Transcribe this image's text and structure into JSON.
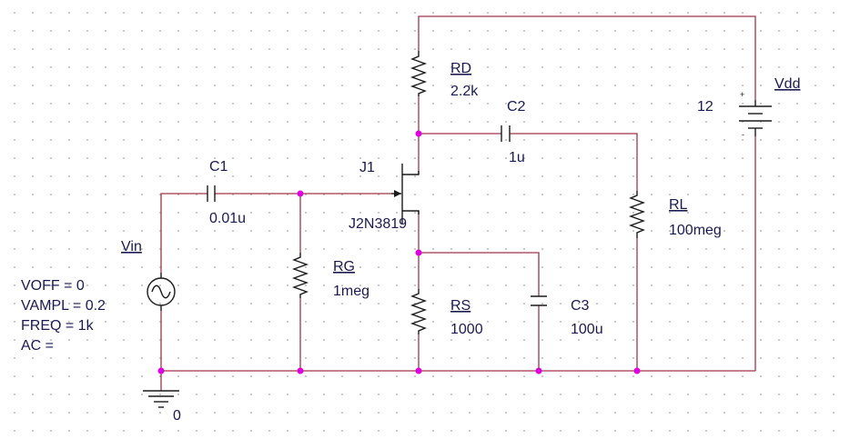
{
  "components": {
    "rd": {
      "name": "RD",
      "value": "2.2k"
    },
    "c2": {
      "name": "C2",
      "value": "1u"
    },
    "vdd": {
      "name": "Vdd",
      "value": "12",
      "plus": "+",
      "minus": "-"
    },
    "c1": {
      "name": "C1",
      "value": "0.01u"
    },
    "j1": {
      "name": "J1",
      "model": "J2N3819"
    },
    "rl": {
      "name": "RL",
      "value": "100meg"
    },
    "vin": {
      "name": "Vin",
      "params": [
        "VOFF = 0",
        "VAMPL = 0.2",
        "FREQ = 1k",
        "AC ="
      ]
    },
    "rg": {
      "name": "RG",
      "value": "1meg"
    },
    "rs": {
      "name": "RS",
      "value": "1000"
    },
    "c3": {
      "name": "C3",
      "value": "100u"
    },
    "ground": {
      "label": "0"
    }
  },
  "colors": {
    "wire": "#a0344a",
    "component": "#1a1a1a",
    "node": "#e000e0",
    "text": "#1a1a50"
  }
}
